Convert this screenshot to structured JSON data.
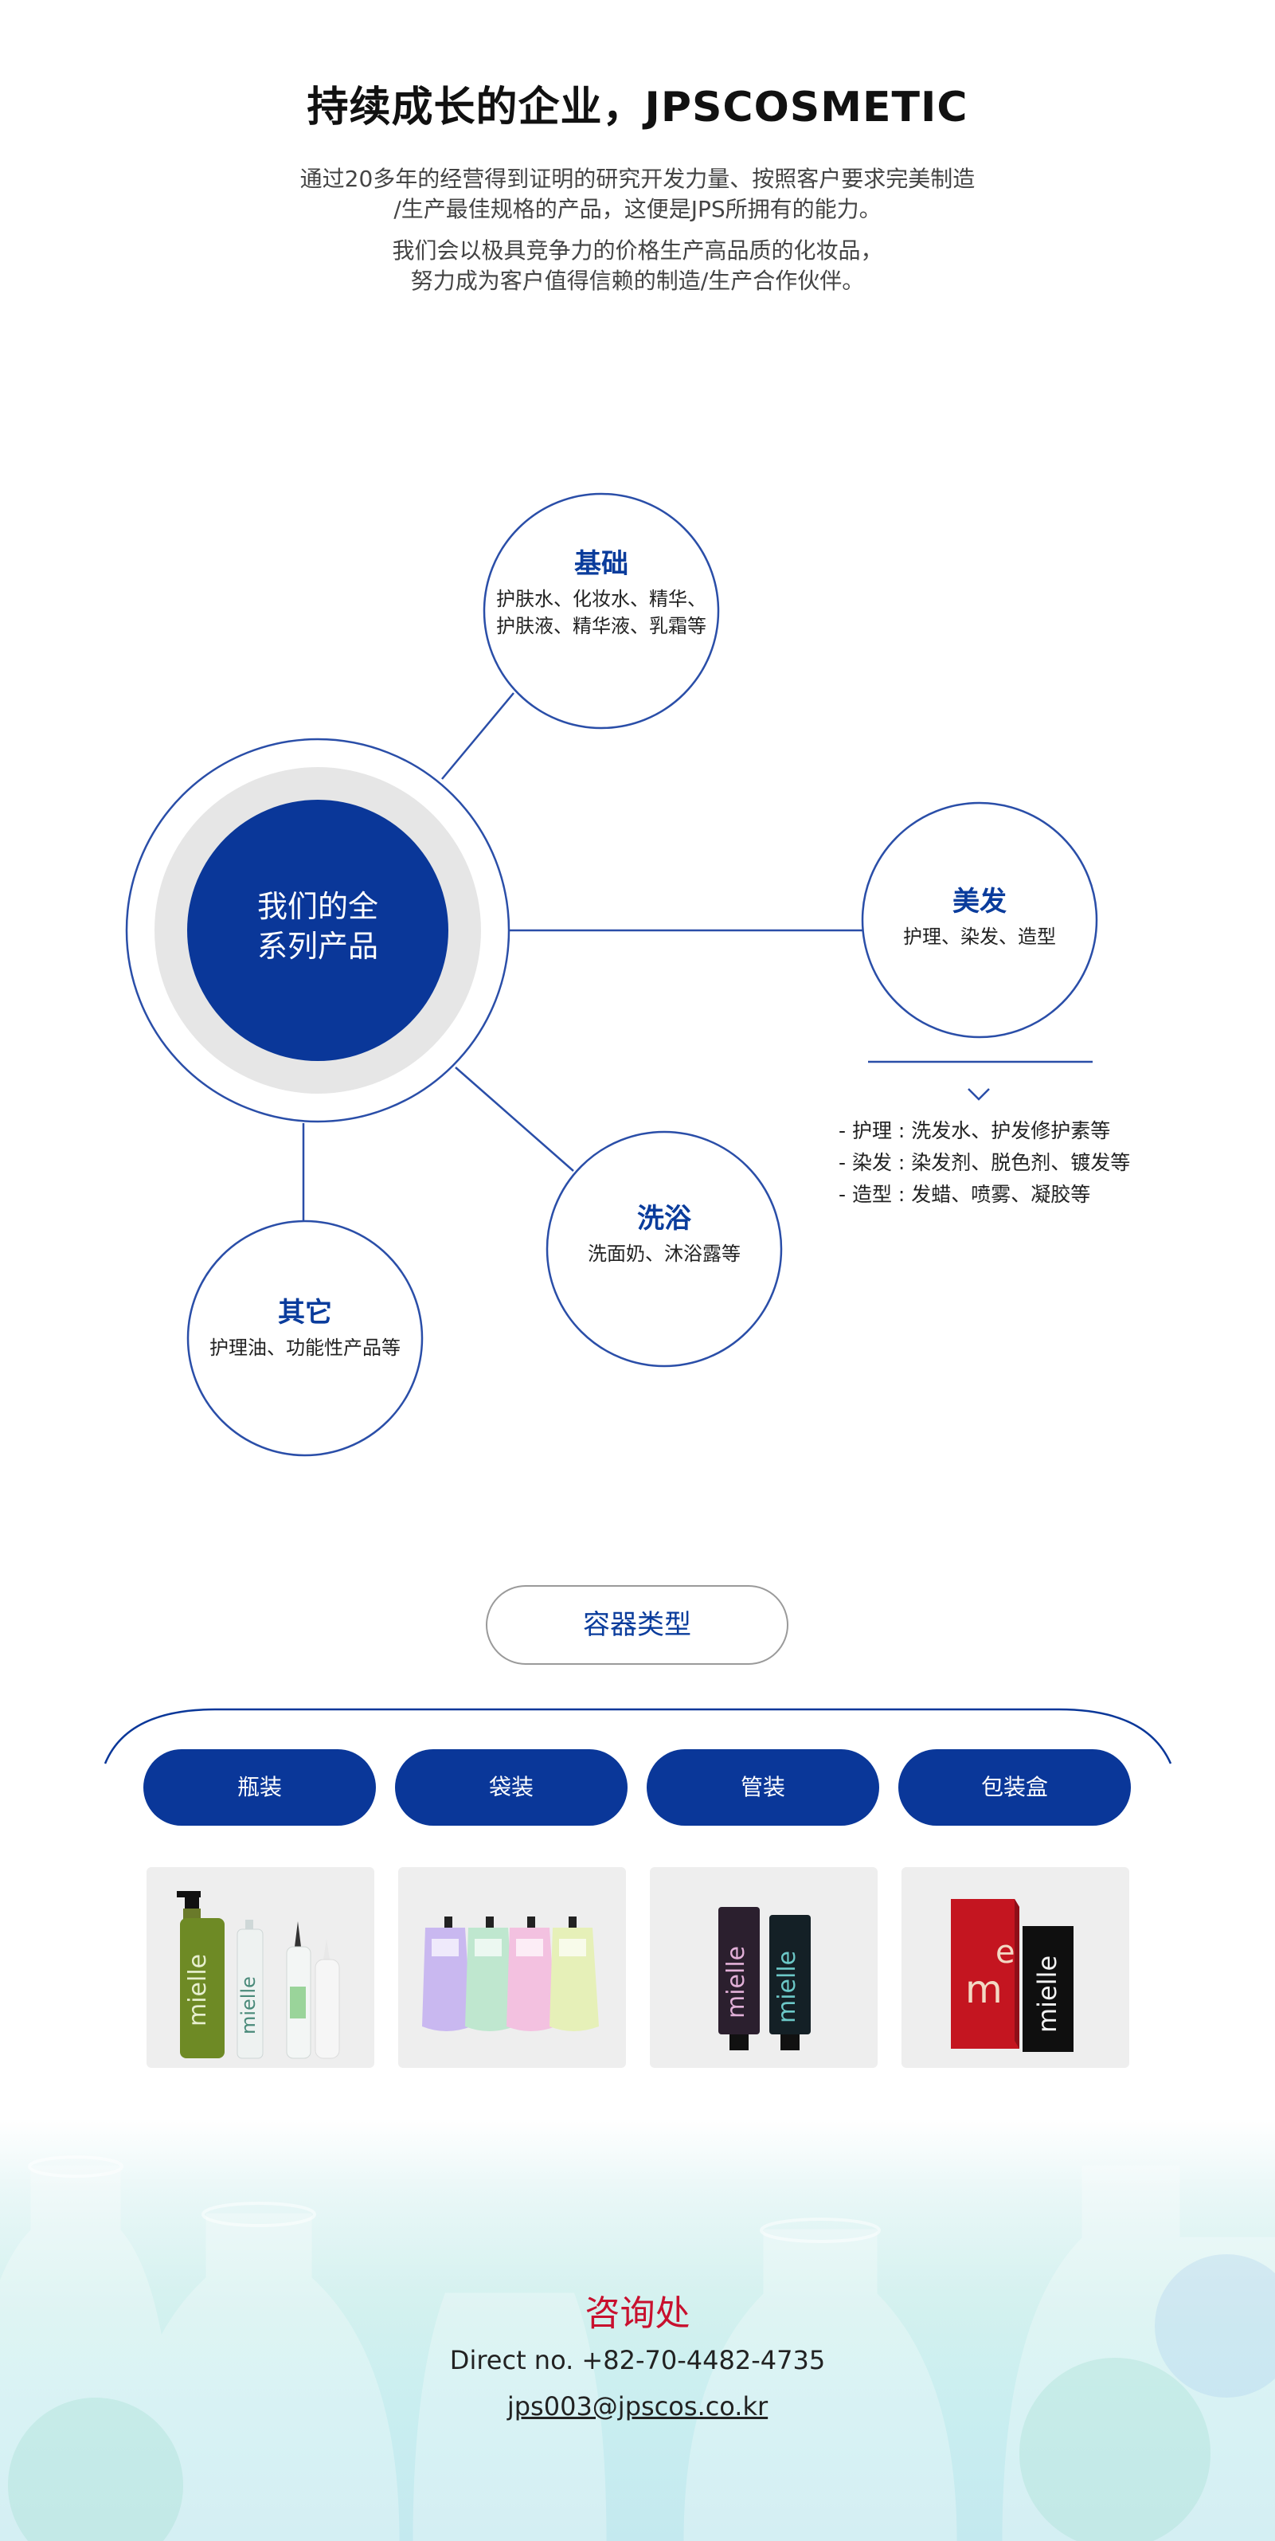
{
  "header": {
    "title": "持续成长的企业，JPSCOSMETIC",
    "intro_line1": "通过20多年的经营得到证明的研究开发力量、按照客户要求完美制造",
    "intro_line2": "/生产最佳规格的产品，这便是JPS所拥有的能力。",
    "intro_line3": "我们会以极具竞争力的价格生产高品质的化妆品，",
    "intro_line4": "努力成为客户值得信赖的制造/生产合作伙伴。"
  },
  "diagram": {
    "center_line1": "我们的全",
    "center_line2": "系列产品",
    "basic": {
      "title": "基础",
      "desc1": "护肤水、化妆水、精华、",
      "desc2": "护肤液、精华液、乳霜等"
    },
    "hair": {
      "title": "美发",
      "desc": "护理、染发、造型"
    },
    "bath": {
      "title": "洗浴",
      "desc": "洗面奶、沐浴露等"
    },
    "other": {
      "title": "其它",
      "desc": "护理油、功能性产品等"
    },
    "hair_details": [
      "- 护理 : 洗发水、护发修护素等",
      "- 染发 : 染发剂、脱色剂、镀发等",
      "- 造型 : 发蜡、喷雾、凝胶等"
    ]
  },
  "containers": {
    "heading": "容器类型",
    "tabs": [
      "瓶装",
      "袋装",
      "管装",
      "包装盒"
    ],
    "brand_text": "mielle"
  },
  "contact": {
    "title": "咨询处",
    "phone": "Direct no. +82-70-4482-4735",
    "email": "jps003@jpscos.co.kr"
  },
  "colors": {
    "brand_blue": "#0a3799",
    "accent_red": "#c8102e",
    "circle_stroke": "#2a4ea8"
  }
}
